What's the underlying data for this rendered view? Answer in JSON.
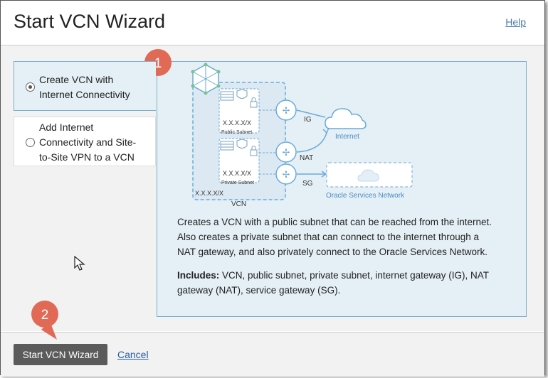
{
  "window": {
    "title": "Start VCN Wizard",
    "help_label": "Help"
  },
  "options": [
    {
      "label_lines": [
        "Create VCN with",
        "Internet Connectivity"
      ],
      "selected": true
    },
    {
      "label_lines": [
        "Add Internet",
        "Connectivity and Site-",
        "to-Site VPN to a VCN"
      ],
      "selected": false
    }
  ],
  "diagram": {
    "public_subnet_cidr": "X.X.X.X/X",
    "public_subnet_label": "Public Subnet",
    "private_subnet_cidr": "X.X.X.X/X",
    "private_subnet_label": "Private Subnet",
    "vcn_cidr": "X.X.X.X/X",
    "vcn_label": "VCN",
    "ig_label": "IG",
    "nat_label": "NAT",
    "sg_label": "SG",
    "internet_label": "Internet",
    "osn_label": "Oracle Services Network"
  },
  "description": {
    "lines": [
      "Creates a VCN with a public subnet that can be reached from the internet.",
      "Also creates a private subnet that can connect to the internet through a",
      "NAT gateway, and also privately connect to the Oracle Services Network."
    ],
    "includes_label": "Includes:",
    "includes_lines": [
      " VCN, public subnet, private subnet, internet gateway (IG), NAT",
      "gateway (NAT), service gateway (SG)."
    ]
  },
  "footer": {
    "start_label": "Start VCN Wizard",
    "cancel_label": "Cancel"
  },
  "callouts": [
    {
      "number": "1"
    },
    {
      "number": "2"
    }
  ],
  "colors": {
    "accent_blue": "#7aaec9",
    "callout_red": "#e06a55",
    "button_gray": "#5b5b5b"
  }
}
